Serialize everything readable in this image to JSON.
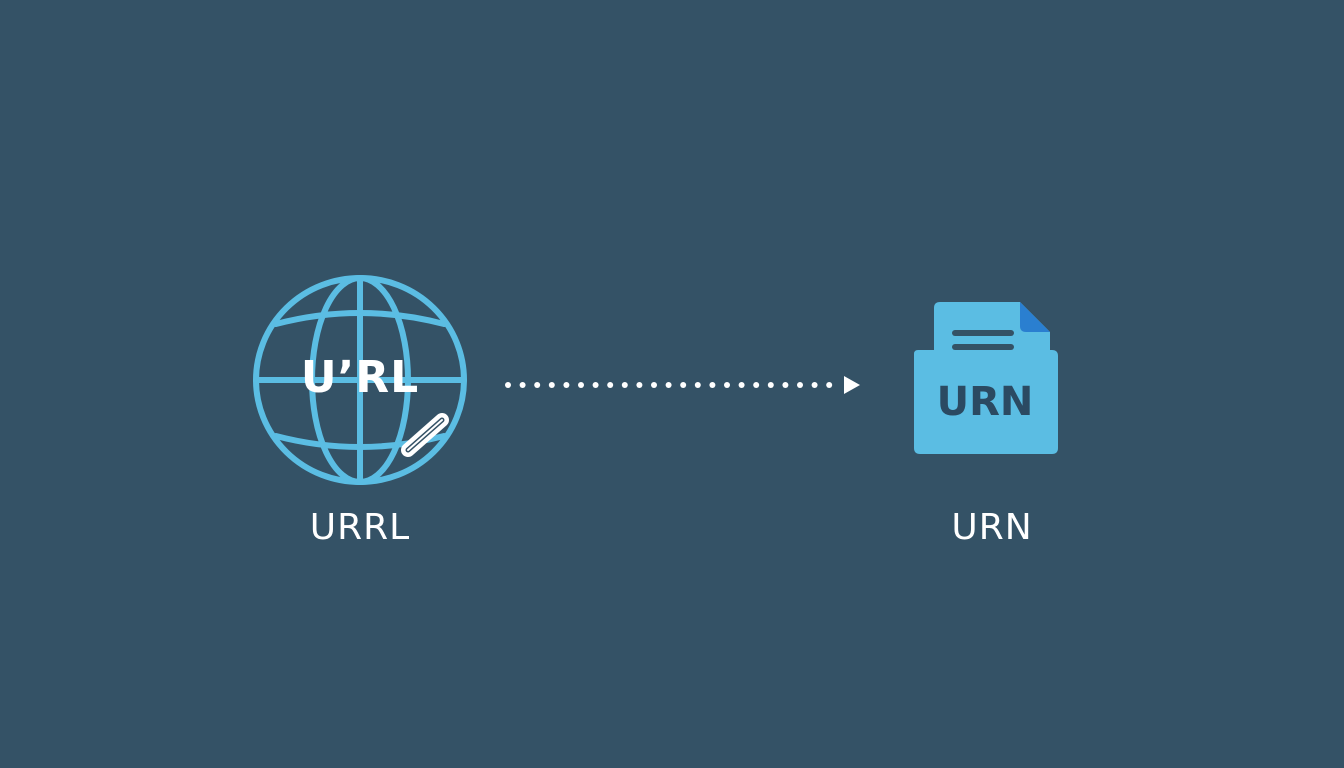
{
  "url_node": {
    "icon": "globe-icon",
    "badge_text": "U’RL",
    "link_icon": "chain-link-icon",
    "caption": "URRL"
  },
  "connector": {
    "style": "dotted",
    "icon": "arrow-head-icon"
  },
  "urn_node": {
    "icon": "document-folder-icon",
    "badge_text": "URN",
    "caption": "URN"
  },
  "colors": {
    "background": "#345266",
    "accent": "#5bbde3",
    "accent_dark": "#2a7fd0",
    "text": "#ffffff",
    "doc_text": "#2b4a62"
  }
}
